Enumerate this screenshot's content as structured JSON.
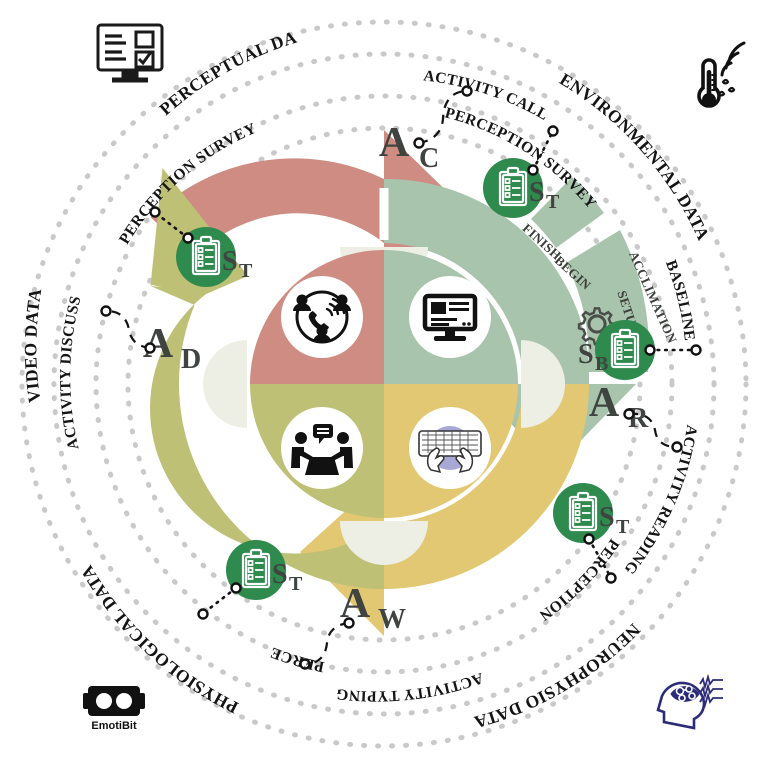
{
  "diagram": {
    "title_present": false,
    "colors": {
      "call_red": "#CE8C82",
      "read_green": "#A8C4AC",
      "write_yellow": "#E2C873",
      "discuss_olive": "#BDC075",
      "survey_badge_green": "#2F8A4E",
      "dotted_ring": "#C9C9C9",
      "text_dark": "#232323",
      "code_gray": "#3F4440",
      "cream": "#EEEFE4",
      "neuro_navy": "#2B2B7A"
    },
    "activities": [
      {
        "code": "A",
        "sub": "C",
        "name": "activity-call",
        "color": "#CE8C82",
        "icon": "conference-call-icon"
      },
      {
        "code": "A",
        "sub": "R",
        "name": "activity-reading",
        "color": "#A8C4AC",
        "icon": "monitor-reading-icon"
      },
      {
        "code": "A",
        "sub": "W",
        "name": "activity-typing",
        "color": "#E2C873",
        "icon": "keyboard-typing-icon"
      },
      {
        "code": "A",
        "sub": "D",
        "name": "activity-discussion",
        "color": "#BDC075",
        "icon": "discussion-icon"
      }
    ],
    "surveys": [
      {
        "code": "S",
        "sub": "T",
        "label": "PERCEPTION SURVEY",
        "position": "top-left"
      },
      {
        "code": "S",
        "sub": "T",
        "label": "PERCEPTION SURVEY",
        "position": "top-right"
      },
      {
        "code": "S",
        "sub": "B",
        "label": "BASELINE",
        "position": "right"
      },
      {
        "code": "S",
        "sub": "T",
        "label": "PERCEPTION SURVEY",
        "position": "bottom-right"
      },
      {
        "code": "S",
        "sub": "T",
        "label": "PERCEPTION SURVEY",
        "position": "bottom-left"
      }
    ],
    "phases": [
      {
        "label": "FINISH",
        "name": "phase-finish"
      },
      {
        "label": "BEGIN",
        "name": "phase-begin"
      },
      {
        "label": "SETUP",
        "name": "phase-setup",
        "icon": "gear-icon"
      },
      {
        "label": "ACCLIMATION",
        "name": "phase-acclimation"
      }
    ],
    "inner_ring_labels": [
      {
        "text": "PERCEPTION SURVEY",
        "name": "inner-label-perception-survey-topleft"
      },
      {
        "text": "ACTIVITY CALL",
        "name": "inner-label-activity-call"
      },
      {
        "text": "PERCEPTION SURVEY",
        "name": "inner-label-perception-survey-topright"
      },
      {
        "text": "BASELINE",
        "name": "inner-label-baseline"
      },
      {
        "text": "ACTIVITY READING",
        "name": "inner-label-activity-reading"
      },
      {
        "text": "PERCEPTION SURVEY",
        "name": "inner-label-perception-survey-bottomright"
      },
      {
        "text": "ACTIVITY TYPING",
        "name": "inner-label-activity-typing"
      },
      {
        "text": "PERCEPTION SURVEY",
        "name": "inner-label-perception-survey-bottomleft"
      },
      {
        "text": "ACTIVITY DISCUSSION",
        "name": "inner-label-activity-discussion"
      }
    ],
    "outer_ring_labels": [
      {
        "text": "PERCEPTUAL DATA",
        "name": "outer-label-perceptual-data",
        "icon": "survey-monitor-icon"
      },
      {
        "text": "ENVIRONMENTAL DATA",
        "name": "outer-label-environmental-data",
        "icon": "thermometer-icon"
      },
      {
        "text": "NEUROPHYSIO DATA",
        "name": "outer-label-neurophysio-data",
        "icon": "eeg-head-icon"
      },
      {
        "text": "PHYSIOLOGICAL DATA",
        "name": "outer-label-physiological-data",
        "icon": "emotibit-icon"
      },
      {
        "text": "VIDEO DATA",
        "name": "outer-label-video-data"
      }
    ],
    "corner_icons": [
      {
        "name": "survey-monitor-icon",
        "caption": ""
      },
      {
        "name": "thermometer-icon",
        "caption": ""
      },
      {
        "name": "eeg-head-icon",
        "caption": ""
      },
      {
        "name": "emotibit-icon",
        "caption": "EmotiBit"
      }
    ]
  }
}
